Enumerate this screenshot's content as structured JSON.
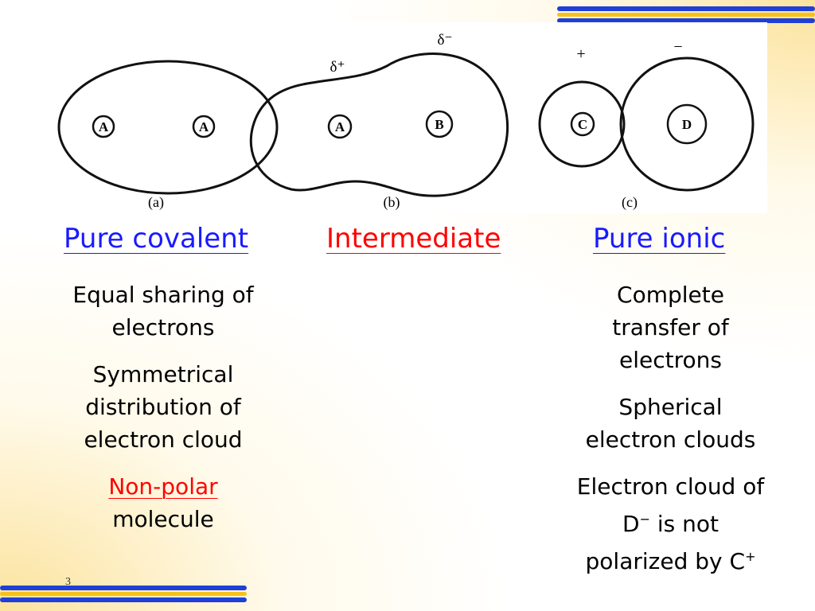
{
  "figure": {
    "diagram_a": {
      "atom_left": "A",
      "atom_right": "A",
      "caption": "(a)"
    },
    "diagram_b": {
      "atom_left": "A",
      "atom_right": "B",
      "charge_left": "δ⁺",
      "charge_right": "δ⁻",
      "caption": "(b)"
    },
    "diagram_c": {
      "atom_left": "C",
      "atom_right": "D",
      "charge_left": "+",
      "charge_right": "−",
      "caption": "(c)"
    }
  },
  "columns": {
    "covalent": {
      "heading": "Pure covalent",
      "line1": "Equal sharing of",
      "line2": "electrons",
      "line3": "Symmetrical",
      "line4": "distribution of",
      "line5": "electron cloud",
      "highlight": "Non-polar",
      "line6": "molecule"
    },
    "intermediate": {
      "heading": "Intermediate"
    },
    "ionic": {
      "heading": "Pure ionic",
      "line1": "Complete",
      "line2": "transfer of",
      "line3": "electrons",
      "line4": "Spherical",
      "line5": "electron clouds",
      "line6": "Electron cloud of",
      "line7_pre": "D",
      "line7_sup": "−",
      "line7_post": " is not",
      "line8_pre": "polarized by C",
      "line8_sup": "+"
    }
  },
  "colors": {
    "heading_blue": "#1a1aff",
    "heading_red": "#ff0000",
    "stripe_blue": "#1f3fd6",
    "stripe_yellow": "#f6c21a"
  },
  "slide_number": "3"
}
